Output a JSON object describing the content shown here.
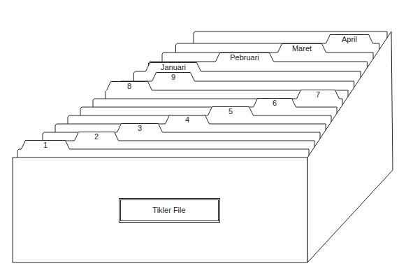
{
  "diagram": {
    "nodes": [
      {
        "text": [
          "April"
        ]
      },
      {
        "text": [
          "Maret"
        ]
      },
      {
        "text": [
          "Pebruari"
        ]
      },
      {
        "text": [
          "Januari"
        ]
      },
      {
        "text": [
          "9"
        ]
      },
      {
        "text": [
          "8"
        ]
      },
      {
        "text": [
          "7"
        ]
      },
      {
        "text": [
          "6"
        ]
      },
      {
        "text": [
          "5"
        ]
      },
      {
        "text": [
          "4"
        ]
      },
      {
        "text": [
          "3"
        ]
      },
      {
        "text": [
          "2"
        ]
      },
      {
        "text": [
          "1"
        ]
      },
      {
        "text": [
          "Tikler File"
        ]
      }
    ]
  }
}
